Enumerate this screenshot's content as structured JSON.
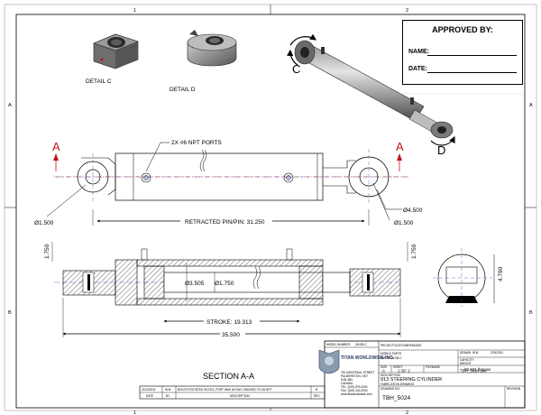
{
  "zones": {
    "top": [
      "1",
      "2"
    ],
    "side": [
      "A",
      "B"
    ]
  },
  "approval": {
    "title": "APPROVED BY:",
    "name_label": "NAME:",
    "date_label": "DATE:"
  },
  "details": {
    "c": "DETAIL  C",
    "d": "DETAIL  D"
  },
  "markers": {
    "c": "C",
    "d": "D",
    "section": "A"
  },
  "annotations": {
    "npt_ports": "2X #6 NPT PORTS",
    "pin_dia_left": "Ø1.500",
    "pin_dia_right": "Ø1.500",
    "barrel_od": "Ø4.500",
    "retracted": "RETRACTED PIN/PIN: 31.250",
    "bore": "Ø3.505",
    "rod": "Ø1.750",
    "stroke": "STROKE: 19.313",
    "overall": "35.500",
    "height_left": "1.750",
    "height_right": "1.750",
    "end_height": "4.790",
    "section_title": "SECTION A-A"
  },
  "revision": {
    "row": [
      "02/13/2011",
      "W.M",
      "BOLSTS ROTATED 90 DEG, PORT WAS #6 SAE CHANGED TO #6 NPT",
      "B"
    ],
    "header": [
      "DATE",
      "BY",
      "DESCRIPTION",
      "REV"
    ]
  },
  "title_block": {
    "model_label": "MODEL NUMBER:",
    "model_number": "24H35-C",
    "company": "TITAN WORLDWIDE INC.",
    "address": [
      "781 MONTREAL STREET",
      "PALMERSTON, ONT",
      "N1B 4B3",
      "CANADA",
      "TEL: (519) 579-0200",
      "FAX: (519) 343-0200",
      "www.titanworldwide.com"
    ],
    "project_label": "PROJECT/CUSTOMER/MODEL",
    "project": [
      "MOBILE PARTS",
      "PART# 24H35-C"
    ],
    "drawn_label": "DRAWN",
    "drawn_by": "W.M",
    "drawn_date": "2/24/2011",
    "capacity_label": "CAPACITY",
    "weight_label": "WEIGHT",
    "weight": "60.631 lbmass",
    "size_label": "SIZE",
    "sheet_label": "SHEET",
    "filename_label": "FILENAME",
    "size": "A",
    "sheet": "1  OF  2",
    "filename": "TBH_5024.slw",
    "description_label": "DESCRIPTION",
    "description": [
      "913 STEERING CYLINDER",
      "FABRICATION DRAWING"
    ],
    "drawing_label": "DRAWING NO.",
    "drawing_no": "TBH_5024",
    "revision_label": "REVISION"
  }
}
